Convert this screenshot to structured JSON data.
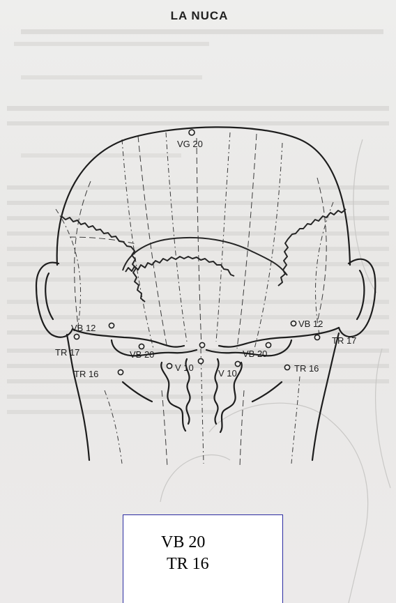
{
  "figure": {
    "title": "LA NUCA",
    "points": [
      {
        "id": "vg20",
        "label": "VG 20"
      },
      {
        "id": "vb12-l",
        "label": "VB 12"
      },
      {
        "id": "vb12-r",
        "label": "VB 12"
      },
      {
        "id": "tr17-l",
        "label": "TR 17"
      },
      {
        "id": "tr17-r",
        "label": "TR 17"
      },
      {
        "id": "vb20-l",
        "label": "VB 20"
      },
      {
        "id": "vb20-r",
        "label": "VB 20"
      },
      {
        "id": "v10-l",
        "label": "V 10"
      },
      {
        "id": "v10-r",
        "label": "V 10"
      },
      {
        "id": "tr16-l",
        "label": "TR 16"
      },
      {
        "id": "tr16-r",
        "label": "TR 16"
      }
    ]
  },
  "note": {
    "line1": "VB 20",
    "line2": "TR 16"
  },
  "colors": {
    "box_border": "#2a2aa0",
    "ink": "#1d1d1d",
    "paper": "#eceaea"
  }
}
